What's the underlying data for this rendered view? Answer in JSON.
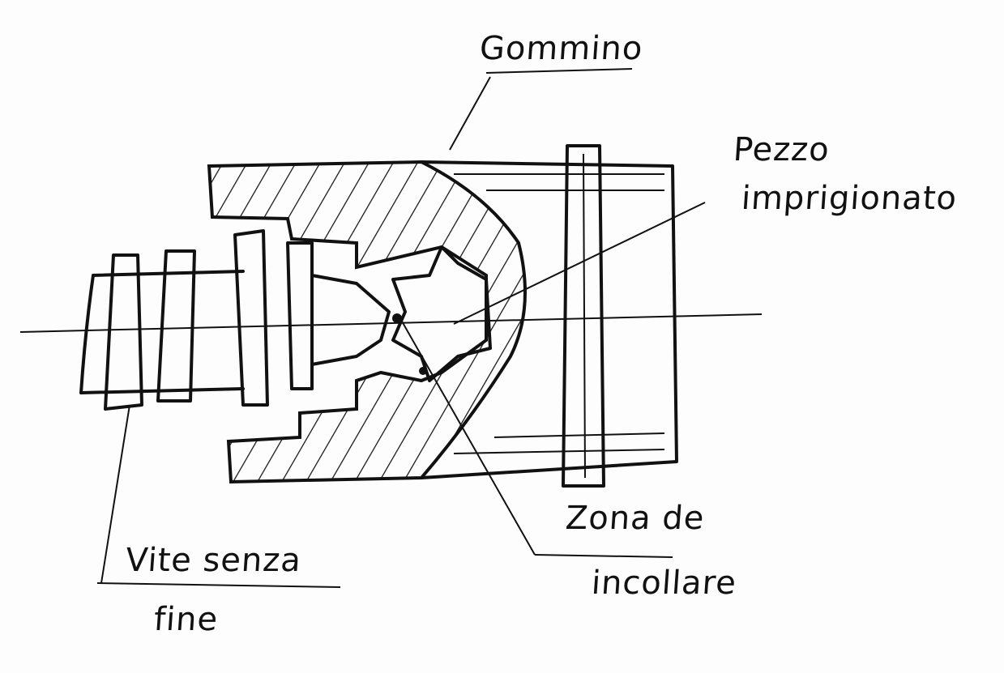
{
  "labels": {
    "gommino": "Gommino",
    "pezzo_line1": "Pezzo",
    "pezzo_line2": "imprigionato",
    "zona_line1": "Zona de",
    "zona_line2": "incollare",
    "vite_line1": "Vite senza",
    "vite_line2": "fine"
  }
}
